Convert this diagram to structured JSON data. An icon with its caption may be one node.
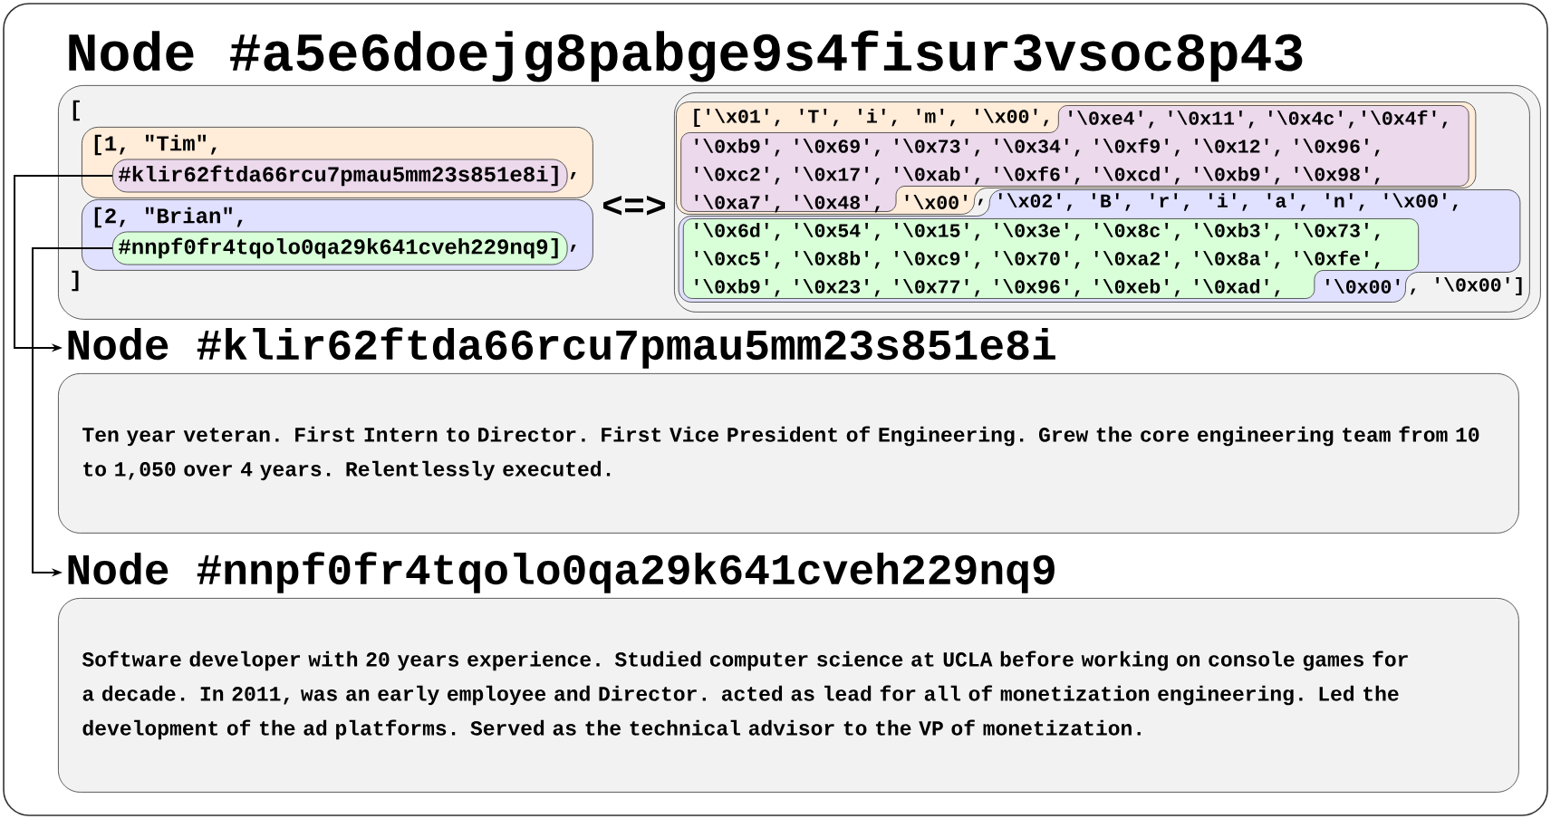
{
  "diagram": {
    "nodes": [
      {
        "text": [
          "Node #a5e6doejg8pabge9s4fisur3vsoc8p43",
          "[",
          "]"
        ]
      },
      {
        "text": [
          "[1, \"Tim\",",
          ","
        ],
        "in": 0
      },
      {
        "text": [
          "#klir62ftda66rcu7pmau5mm23s851e8i]"
        ],
        "in": 1
      },
      {
        "text": [
          "[2, \"Brian\",",
          ","
        ],
        "in": 0
      },
      {
        "text": [
          "#nnpf0fr4tqolo0qa29k641cveh229nq9]"
        ],
        "in": 3
      },
      {
        "text": [
          ",",
          ", '\\0x00']"
        ],
        "in": 0
      },
      {
        "text": [
          "['\\x01', 'T', 'i', 'm', '\\x00',",
          "'\\x00'"
        ],
        "in": 5
      },
      {
        "text": [
          "'\\0xe4', '\\0x11', '\\0x4c','\\0x4f', '\\0xb9', '\\0x69', '\\0x73', '\\0x34', '\\0xf9', '\\0x12', '\\0x96', '\\0xc2', '\\0x17', '\\0xab', '\\0xf6', '\\0xcd', '\\0xb9', '\\0x98', '\\0xa7', '\\0x48',"
        ],
        "in": 6
      },
      {
        "text": [
          "'\\x02', 'B', 'r', 'i', 'a', 'n', '\\x00',",
          "'\\0x00'"
        ],
        "in": 5
      },
      {
        "text": [
          "'\\0x6d', '\\0x54', '\\0x15', '\\0x3e', '\\0x8c', '\\0xb3', '\\0x73', '\\0xc5', '\\0x8b', '\\0xc9', '\\0x70', '\\0xa2', '\\0x8a', '\\0xfe', '\\0xb9', '\\0x23', '\\0x77', '\\0x96', '\\0xeb', '\\0xad',"
        ],
        "in": 8
      },
      {
        "text": [
          "Node #klir62ftda66rcu7pmau5mm23s851e8i",
          "Ten year veteran. First Intern to Director. First Vice President of Engineering. Grew the core engineering team from 10 to 1,050 over 4 years. Relentlessly executed."
        ]
      },
      {
        "text": [
          "Node #nnpf0fr4tqolo0qa29k641cveh229nq9",
          "Software developer with 20 years experience. Studied computer science at UCLA before working on console games for a decade. In 2011, was an early employee and Director. acted as lead for all of monetization engineering. Led the development of the ad platforms. Served as the technical advisor to the VP of monetization."
        ]
      }
    ],
    "edges": [
      {
        "from": 2,
        "to": 10,
        "arrow": "to"
      },
      {
        "from": 4,
        "to": 11,
        "arrow": "to"
      }
    ],
    "labels": [
      "<=>"
    ]
  }
}
